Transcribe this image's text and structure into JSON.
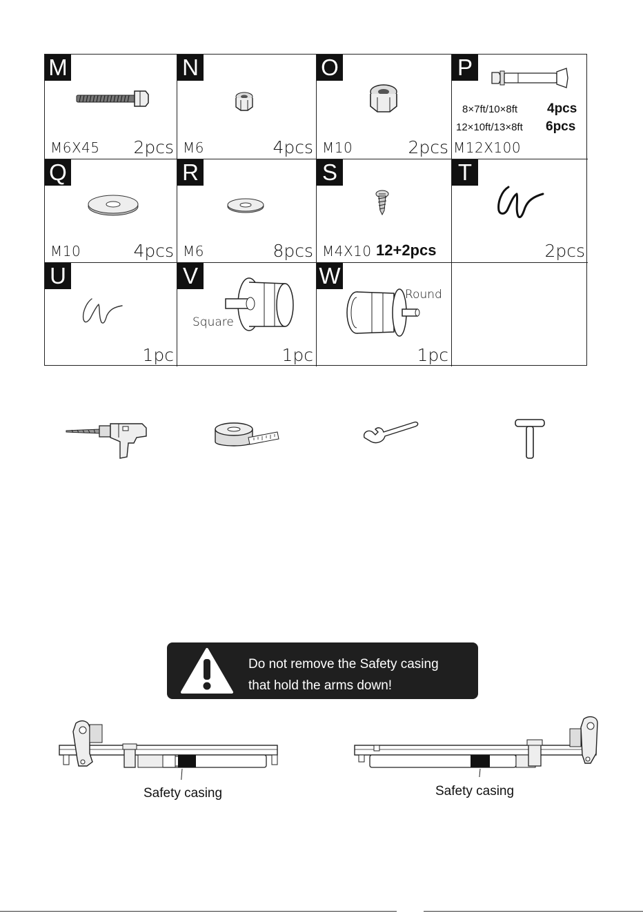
{
  "parts": [
    {
      "letter": "M",
      "size": "M6X45",
      "qty": "2pcs"
    },
    {
      "letter": "N",
      "size": "M6",
      "qty": "4pcs"
    },
    {
      "letter": "O",
      "size": "M10",
      "qty": "2pcs"
    },
    {
      "letter": "P",
      "size": "M12X100",
      "qty": "",
      "options": [
        {
          "label": "8×7ft/10×8ft",
          "qty": "4pcs"
        },
        {
          "label": "12×10ft/13×8ft",
          "qty": "6pcs"
        }
      ]
    },
    {
      "letter": "Q",
      "size": "M10",
      "qty": "4pcs"
    },
    {
      "letter": "R",
      "size": "M6",
      "qty": "8pcs"
    },
    {
      "letter": "S",
      "size": "M4X10",
      "qty": "12+2pcs"
    },
    {
      "letter": "T",
      "size": "",
      "qty": "2pcs"
    },
    {
      "letter": "U",
      "size": "",
      "qty": "1pc"
    },
    {
      "letter": "V",
      "size": "",
      "qty": "1pc",
      "tag": "Square"
    },
    {
      "letter": "W",
      "size": "",
      "qty": "1pc",
      "tag": "Round"
    }
  ],
  "tools": [
    "drill-icon",
    "tape-measure-icon",
    "wrench-icon",
    "t-key-icon"
  ],
  "warning": {
    "line1": "Do not remove the Safety casing",
    "line2": "that hold the arms down!"
  },
  "rails": {
    "left_caption": "Safety casing",
    "right_caption": "Safety casing"
  }
}
